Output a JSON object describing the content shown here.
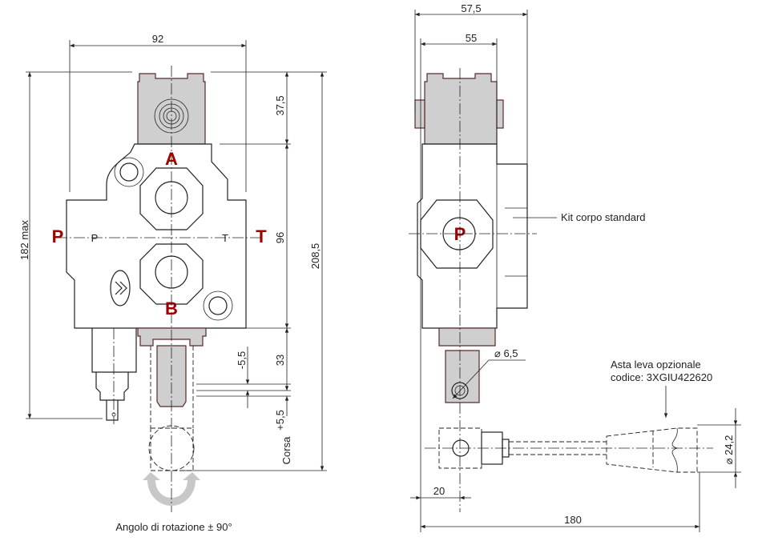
{
  "colors": {
    "port_label": "#a00000",
    "part_fill": "#cfcfcf",
    "arrow_gray": "#c8c8c8"
  },
  "front_view": {
    "ports": {
      "A": "A",
      "B": "B",
      "P": "P",
      "T": "T",
      "p_small": "P",
      "t_small": "T"
    },
    "dims": {
      "width": "92",
      "height_max": "182 max",
      "top": "37,5",
      "body": "96",
      "spool": "33",
      "minus": "-5,5",
      "plus": "+5,5",
      "stroke": "Corsa",
      "total": "208,5"
    },
    "rotation_label": "Angolo di rotazione ± 90°"
  },
  "side_view": {
    "port": "P",
    "dims": {
      "outer": "57,5",
      "inner": "55",
      "hole": "⌀ 6,5",
      "offset": "20",
      "length": "180",
      "grip": "⌀ 24,2"
    },
    "kit_label": "Kit corpo standard",
    "lever_label_1": "Asta leva opzionale",
    "lever_label_2": "codice: 3XGIU422620"
  }
}
